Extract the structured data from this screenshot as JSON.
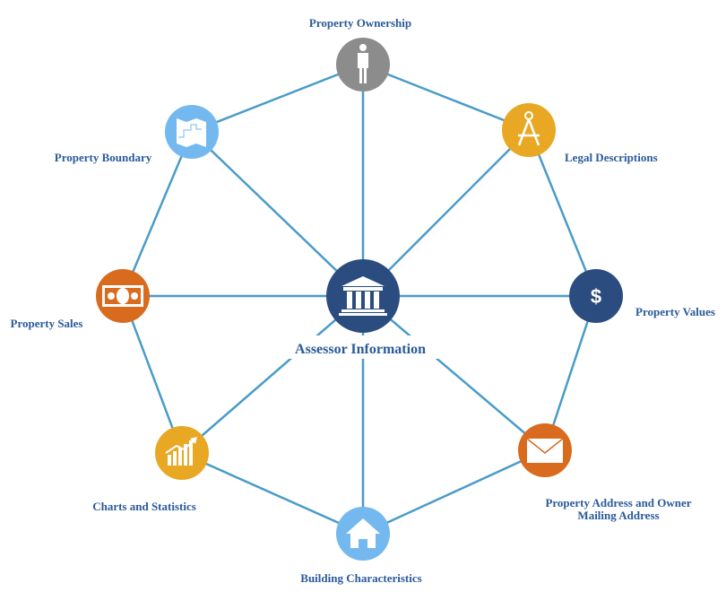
{
  "center": {
    "label": "Assessor Information",
    "icon": "courthouse-icon",
    "color": "#2B4C7E"
  },
  "nodes": [
    {
      "id": "ownership",
      "label": [
        "Property Ownership"
      ],
      "icon": "person-icon",
      "color": "#8C8C8C"
    },
    {
      "id": "legal",
      "label": [
        "Legal Descriptions"
      ],
      "icon": "compass-icon",
      "color": "#E8A823"
    },
    {
      "id": "values",
      "label": [
        "Property Values"
      ],
      "icon": "dollar-icon",
      "color": "#2B4C7E"
    },
    {
      "id": "mailing",
      "label": [
        "Property Address and Owner",
        "Mailing Address"
      ],
      "icon": "envelope-icon",
      "color": "#D96B1E"
    },
    {
      "id": "building",
      "label": [
        "Building Characteristics"
      ],
      "icon": "house-icon",
      "color": "#74B8F0"
    },
    {
      "id": "charts",
      "label": [
        "Charts and Statistics"
      ],
      "icon": "chart-icon",
      "color": "#E8A823"
    },
    {
      "id": "sales",
      "label": [
        "Property Sales"
      ],
      "icon": "money-icon",
      "color": "#D96B1E"
    },
    {
      "id": "boundary",
      "label": [
        "Property Boundary"
      ],
      "icon": "map-icon",
      "color": "#74B8F0"
    }
  ],
  "line_color": "#4A9CC8",
  "dollar_glyph": "$"
}
